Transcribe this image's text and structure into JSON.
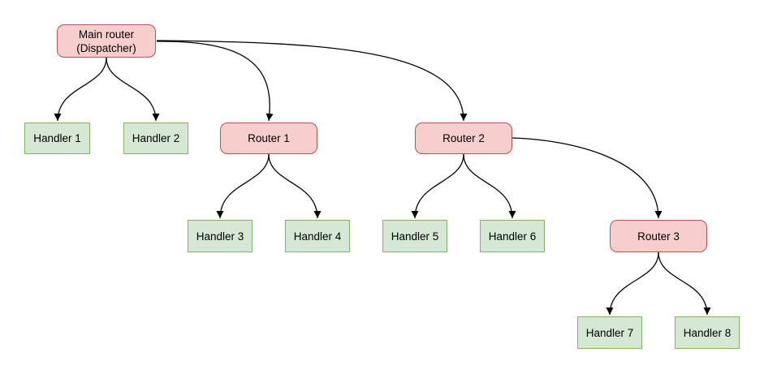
{
  "diagram": {
    "colors": {
      "background": "#ffffff",
      "router_fill": "#f8cecc",
      "router_border": "#b85450",
      "handler_fill": "#d5e8d4",
      "handler_border": "#82b366",
      "edge": "#000000",
      "text": "#000000"
    },
    "nodes": [
      {
        "id": "main-router",
        "label": "Main router\n(Dispatcher)",
        "type": "router"
      },
      {
        "id": "handler-1",
        "label": "Handler 1",
        "type": "handler"
      },
      {
        "id": "handler-2",
        "label": "Handler 2",
        "type": "handler"
      },
      {
        "id": "router-1",
        "label": "Router 1",
        "type": "router"
      },
      {
        "id": "router-2",
        "label": "Router 2",
        "type": "router"
      },
      {
        "id": "handler-3",
        "label": "Handler 3",
        "type": "handler"
      },
      {
        "id": "handler-4",
        "label": "Handler 4",
        "type": "handler"
      },
      {
        "id": "handler-5",
        "label": "Handler 5",
        "type": "handler"
      },
      {
        "id": "handler-6",
        "label": "Handler 6",
        "type": "handler"
      },
      {
        "id": "router-3",
        "label": "Router 3",
        "type": "router"
      },
      {
        "id": "handler-7",
        "label": "Handler 7",
        "type": "handler"
      },
      {
        "id": "handler-8",
        "label": "Handler 8",
        "type": "handler"
      }
    ],
    "edges": [
      {
        "from": "main-router",
        "to": "handler-1",
        "arrowhead": "target"
      },
      {
        "from": "main-router",
        "to": "handler-2",
        "arrowhead": "target"
      },
      {
        "from": "main-router",
        "to": "router-1",
        "arrowhead": "target"
      },
      {
        "from": "main-router",
        "to": "router-2",
        "arrowhead": "target"
      },
      {
        "from": "router-1",
        "to": "handler-3",
        "arrowhead": "target"
      },
      {
        "from": "router-1",
        "to": "handler-4",
        "arrowhead": "target"
      },
      {
        "from": "router-2",
        "to": "handler-5",
        "arrowhead": "target"
      },
      {
        "from": "router-2",
        "to": "handler-6",
        "arrowhead": "target"
      },
      {
        "from": "router-2",
        "to": "router-3",
        "arrowhead": "target"
      },
      {
        "from": "router-3",
        "to": "handler-7",
        "arrowhead": "target"
      },
      {
        "from": "router-3",
        "to": "handler-8",
        "arrowhead": "target"
      }
    ]
  }
}
